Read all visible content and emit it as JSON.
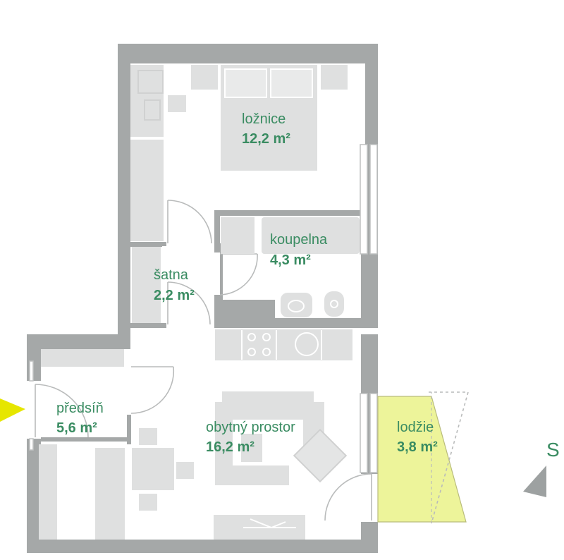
{
  "colors": {
    "wall": "#a5a8a8",
    "text": "#3a8c62",
    "loggia": "#edf49a",
    "entrance_arrow": "#e6e600",
    "compass": "#9da1a1"
  },
  "rooms": {
    "loznice": {
      "name": "ložnice",
      "area": "12,2 m²"
    },
    "koupelna": {
      "name": "koupelna",
      "area": "4,3 m²"
    },
    "satna": {
      "name": "šatna",
      "area": "2,2 m²"
    },
    "predsin": {
      "name": "předsíň",
      "area": "5,6 m²"
    },
    "obytny": {
      "name": "obytný prostor",
      "area": "16,2 m²"
    },
    "lodzie": {
      "name": "lodžie",
      "area": "3,8 m²"
    }
  },
  "compass": {
    "letter": "S"
  },
  "icons": {
    "entrance": "entrance-arrow-icon",
    "compass": "north-arrow-icon"
  }
}
